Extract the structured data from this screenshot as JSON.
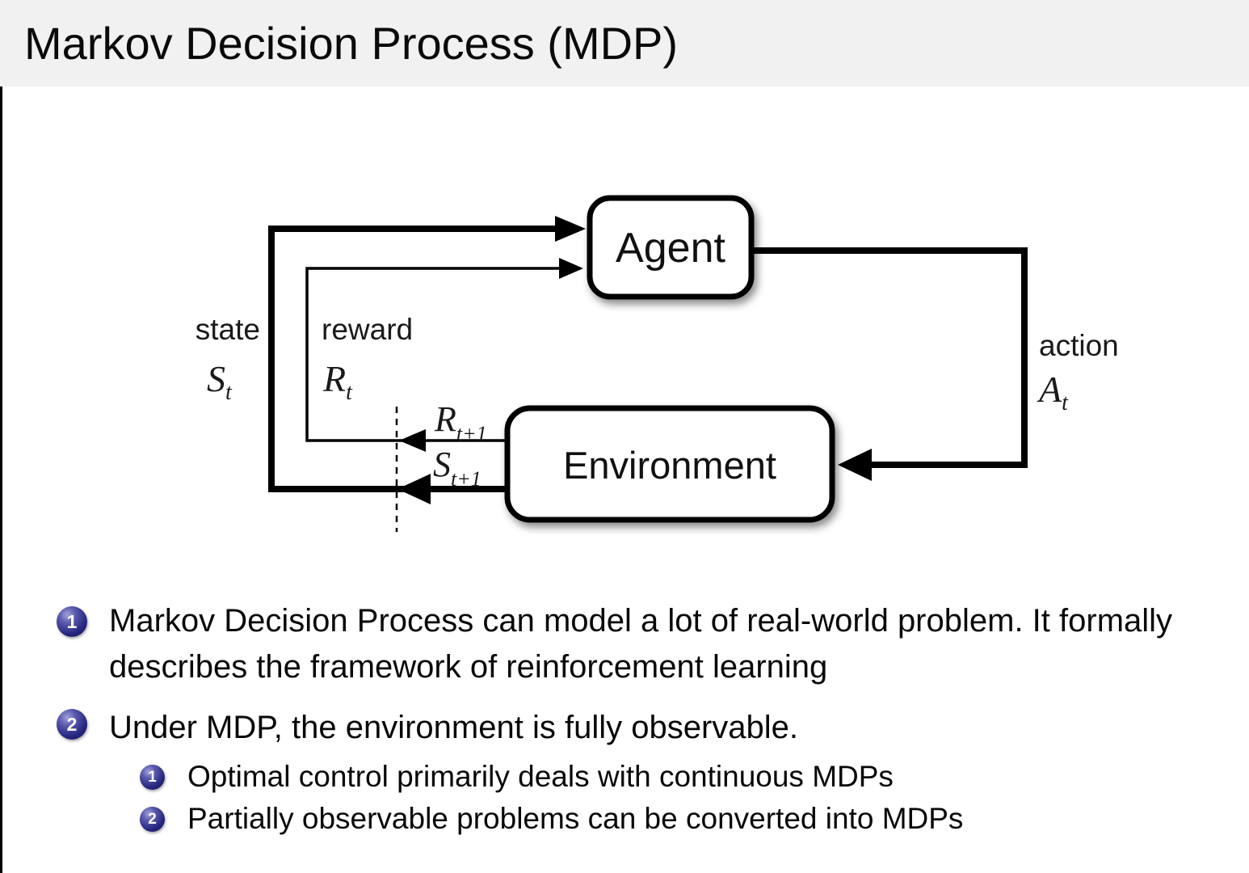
{
  "slide": {
    "title": "Markov Decision Process (MDP)"
  },
  "colors": {
    "title_bar_bg": "#f1f1f1",
    "body_bg": "#ffffff",
    "enumerate_ball_blue": "#26267f",
    "ball_number_color": "#ffffff",
    "diagram_line": "#000000",
    "text_color": "#080808"
  },
  "diagram": {
    "agent_label": "Agent",
    "environment_label": "Environment",
    "state": {
      "word": "state",
      "symbol": "S",
      "sub": "t"
    },
    "reward": {
      "word": "reward",
      "symbol": "R",
      "sub": "t"
    },
    "action": {
      "word": "action",
      "symbol": "A",
      "sub": "t"
    },
    "next_reward": {
      "symbol": "R",
      "sub": "t+1"
    },
    "next_state": {
      "symbol": "S",
      "sub": "t+1"
    }
  },
  "bullets": [
    {
      "number": "1",
      "text": "Markov Decision Process can model a lot of real-world problem. It formally describes the framework of reinforcement learning"
    },
    {
      "number": "2",
      "text": "Under MDP, the environment is fully observable.",
      "sub_items": [
        {
          "number": "1",
          "text": "Optimal control primarily deals with continuous MDPs"
        },
        {
          "number": "2",
          "text": "Partially observable problems can be converted into MDPs"
        }
      ]
    }
  ]
}
